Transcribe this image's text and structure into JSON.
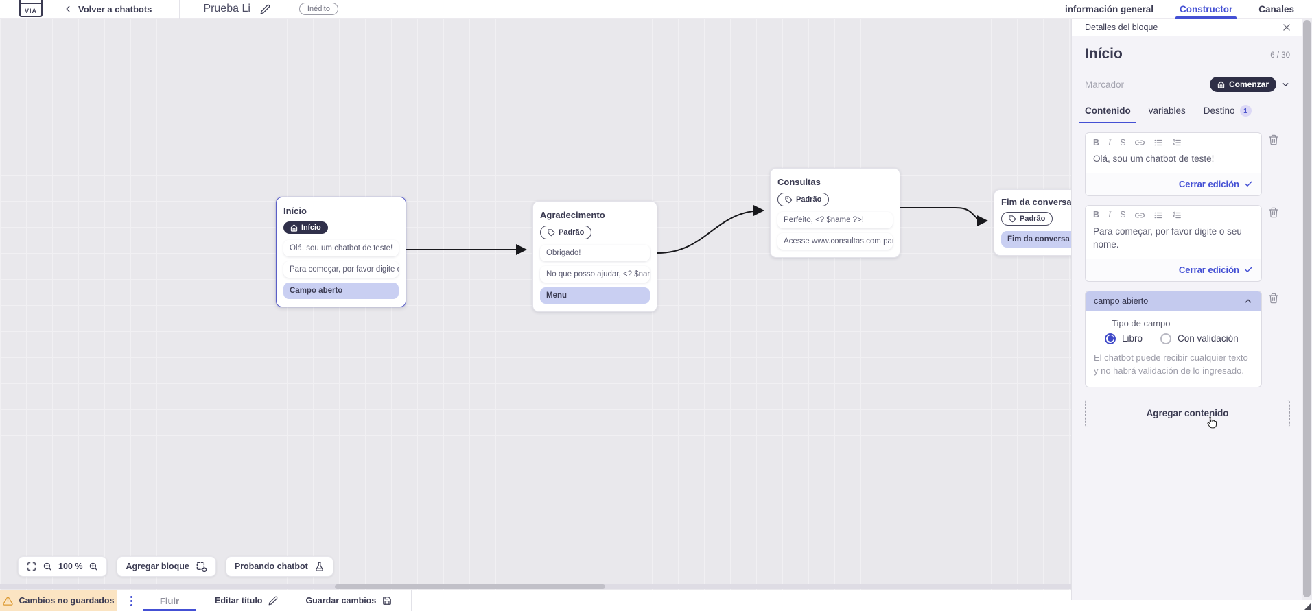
{
  "header": {
    "logo_text": "VIA",
    "back_label": "Volver a chatbots",
    "bot_title": "Prueba Li",
    "status_badge": "Inédito",
    "tabs": [
      {
        "label": "información general",
        "active": false
      },
      {
        "label": "Constructor",
        "active": true
      },
      {
        "label": "Canales",
        "active": false
      }
    ]
  },
  "canvas": {
    "zoom_level": "100 %",
    "add_block_label": "Agregar bloque",
    "test_chatbot_label": "Probando chatbot",
    "blocks": [
      {
        "title": "Início",
        "badge": "Início",
        "badge_icon": "home-icon",
        "selected": true,
        "rows": [
          {
            "text": "Olá, sou um chatbot de teste!",
            "type": "message"
          },
          {
            "text": "Para começar, por favor digite o ...",
            "type": "message"
          },
          {
            "text": "Campo aberto",
            "type": "action"
          }
        ]
      },
      {
        "title": "Agradecimento",
        "badge": "Padrão",
        "badge_icon": "tag-icon",
        "selected": false,
        "rows": [
          {
            "text": "Obrigado!",
            "type": "message"
          },
          {
            "text": "No que posso ajudar, <? $name ...",
            "type": "message"
          },
          {
            "text": "Menu",
            "type": "action"
          }
        ]
      },
      {
        "title": "Consultas",
        "badge": "Padrão",
        "badge_icon": "tag-icon",
        "selected": false,
        "rows": [
          {
            "text": "Perfeito, <? $name ?>!",
            "type": "message"
          },
          {
            "text": "Acesse www.consultas.com par...",
            "type": "message"
          }
        ]
      },
      {
        "title": "Fim da conversa",
        "badge": "Padrão",
        "badge_icon": "tag-icon",
        "selected": false,
        "rows": [
          {
            "text": "Fim da conversa",
            "type": "action"
          }
        ]
      }
    ]
  },
  "panel": {
    "header_title": "Detalles del bloque",
    "block_name": "Início",
    "name_counter": "6 / 30",
    "marker_label": "Marcador",
    "marker_value": "Comenzar",
    "tabs": [
      {
        "label": "Contenido",
        "active": true
      },
      {
        "label": "variables",
        "active": false
      },
      {
        "label": "Destino",
        "active": false,
        "badge": "1"
      }
    ],
    "editors": [
      {
        "text": "Olá, sou um chatbot de teste!",
        "close_label": "Cerrar edición"
      },
      {
        "text": "Para começar, por favor digite o seu nome.",
        "close_label": "Cerrar edición"
      }
    ],
    "open_field": {
      "header": "campo abierto",
      "type_label": "Tipo de campo",
      "options": [
        {
          "label": "Libro",
          "selected": true
        },
        {
          "label": "Con validación",
          "selected": false
        }
      ],
      "help_text": "El chatbot puede recibir cualquier texto y no habrá validación de lo ingresado."
    },
    "add_content_label": "Agregar contenido"
  },
  "footer": {
    "unsaved_label": "Cambios no guardados",
    "flow_tab_label": "Fluir",
    "edit_title_label": "Editar título",
    "save_label": "Guardar cambios"
  },
  "colors": {
    "accent": "#4450d4",
    "selected_block_border": "#5b5fc7",
    "dark_pill": "#30304a",
    "action_row": "#c9cff2",
    "warning_bg": "#fbe4c2",
    "canvas_bg": "#e9e8ec"
  }
}
